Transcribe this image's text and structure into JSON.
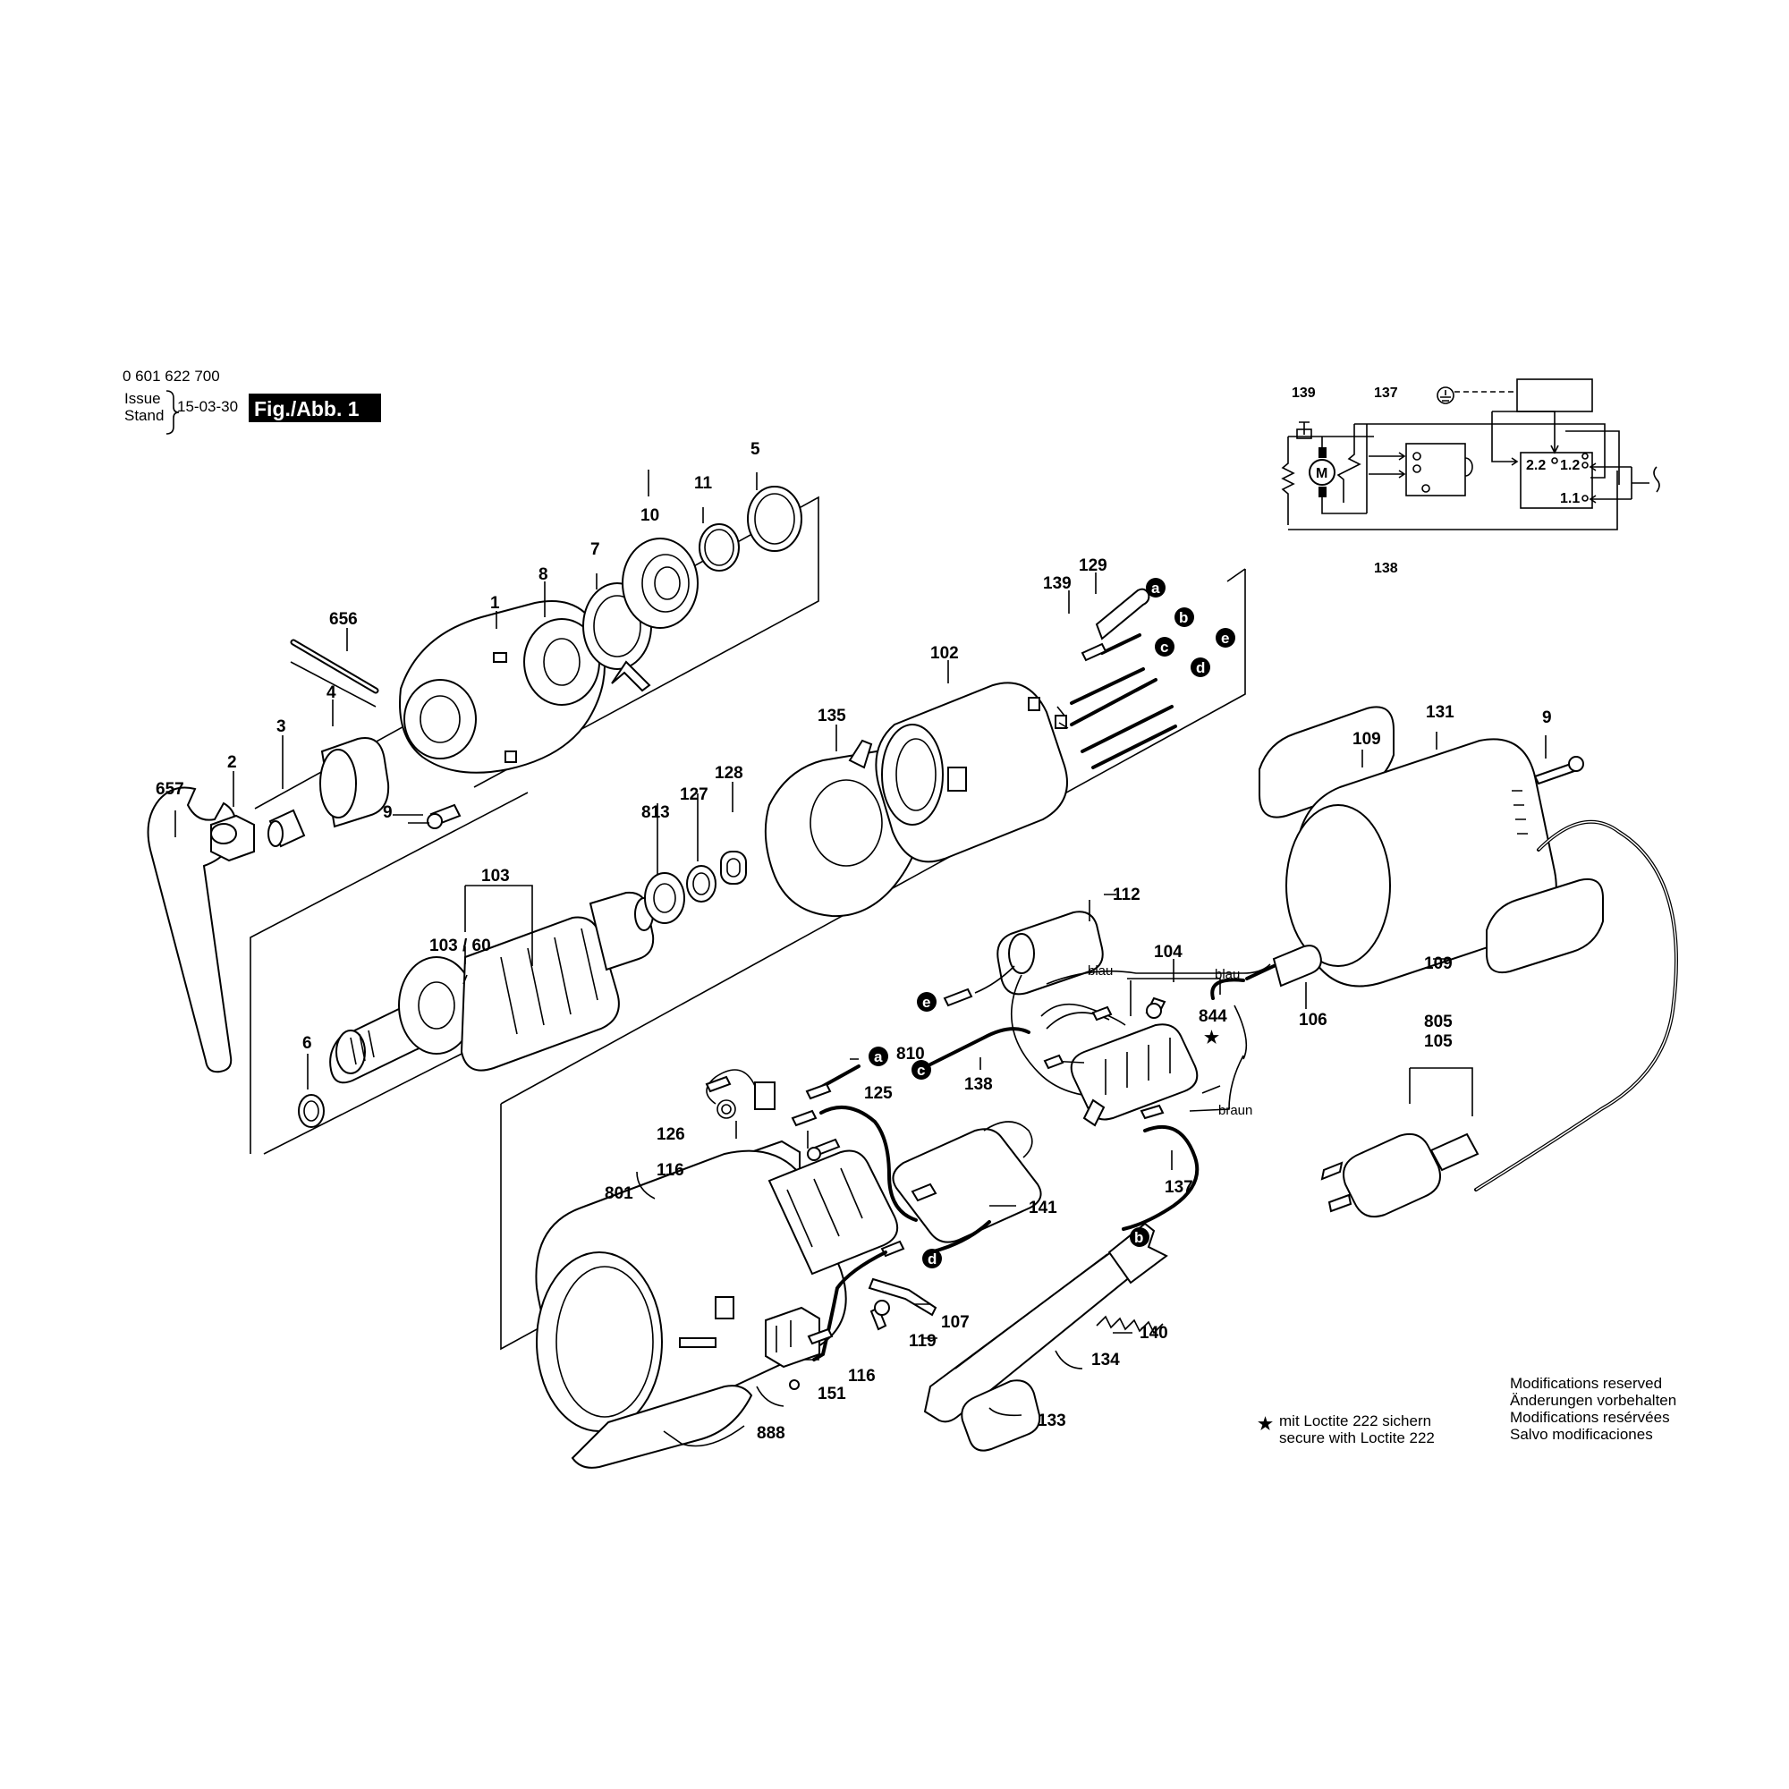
{
  "header": {
    "part_number": "0 601 622 700",
    "issue_label": "Issue",
    "stand_label": "Stand",
    "date": "15-03-30",
    "figure": "Fig./Abb. 1"
  },
  "callouts": [
    {
      "id": "5",
      "text": "5"
    },
    {
      "id": "11",
      "text": "11"
    },
    {
      "id": "10",
      "text": "10"
    },
    {
      "id": "7",
      "text": "7"
    },
    {
      "id": "8",
      "text": "8"
    },
    {
      "id": "1",
      "text": "1"
    },
    {
      "id": "656",
      "text": "656"
    },
    {
      "id": "4",
      "text": "4"
    },
    {
      "id": "3",
      "text": "3"
    },
    {
      "id": "2",
      "text": "2"
    },
    {
      "id": "657",
      "text": "657"
    },
    {
      "id": "9a",
      "text": "9"
    },
    {
      "id": "129",
      "text": "129"
    },
    {
      "id": "139",
      "text": "139"
    },
    {
      "id": "102",
      "text": "102"
    },
    {
      "id": "135",
      "text": "135"
    },
    {
      "id": "128",
      "text": "128"
    },
    {
      "id": "127",
      "text": "127"
    },
    {
      "id": "813",
      "text": "813"
    },
    {
      "id": "103",
      "text": "103"
    },
    {
      "id": "103_60",
      "text": "103 / 60"
    },
    {
      "id": "6",
      "text": "6"
    },
    {
      "id": "109a",
      "text": "109"
    },
    {
      "id": "131",
      "text": "131"
    },
    {
      "id": "9b",
      "text": "9"
    },
    {
      "id": "109b",
      "text": "109"
    },
    {
      "id": "112",
      "text": "112"
    },
    {
      "id": "104",
      "text": "104"
    },
    {
      "id": "844",
      "text": "844"
    },
    {
      "id": "106",
      "text": "106"
    },
    {
      "id": "138",
      "text": "138"
    },
    {
      "id": "137",
      "text": "137"
    },
    {
      "id": "805",
      "text": "805"
    },
    {
      "id": "105",
      "text": "105"
    },
    {
      "id": "810",
      "text": "810"
    },
    {
      "id": "125",
      "text": "125"
    },
    {
      "id": "126",
      "text": "126"
    },
    {
      "id": "116a",
      "text": "116"
    },
    {
      "id": "801",
      "text": "801"
    },
    {
      "id": "141",
      "text": "141"
    },
    {
      "id": "107",
      "text": "107"
    },
    {
      "id": "119",
      "text": "119"
    },
    {
      "id": "140",
      "text": "140"
    },
    {
      "id": "134",
      "text": "134"
    },
    {
      "id": "116b",
      "text": "116"
    },
    {
      "id": "151",
      "text": "151"
    },
    {
      "id": "133",
      "text": "133"
    },
    {
      "id": "888",
      "text": "888"
    }
  ],
  "wire_labels": {
    "blau1": "blau",
    "blau2": "blau",
    "braun": "braun"
  },
  "connectors": {
    "a": "a",
    "b": "b",
    "c": "c",
    "d": "d",
    "e": "e"
  },
  "schematic": {
    "label_139": "139",
    "label_137": "137",
    "label_138": "138",
    "motor": "M",
    "t22": "2.2",
    "t12": "1.2",
    "t11": "1.1"
  },
  "loctite": {
    "star": "★",
    "de": "mit Loctite 222 sichern",
    "en": "secure with Loctite 222"
  },
  "modifications": [
    "Modifications reserved",
    "Änderungen vorbehalten",
    "Modifications resérvées",
    "Salvo modificaciones"
  ]
}
